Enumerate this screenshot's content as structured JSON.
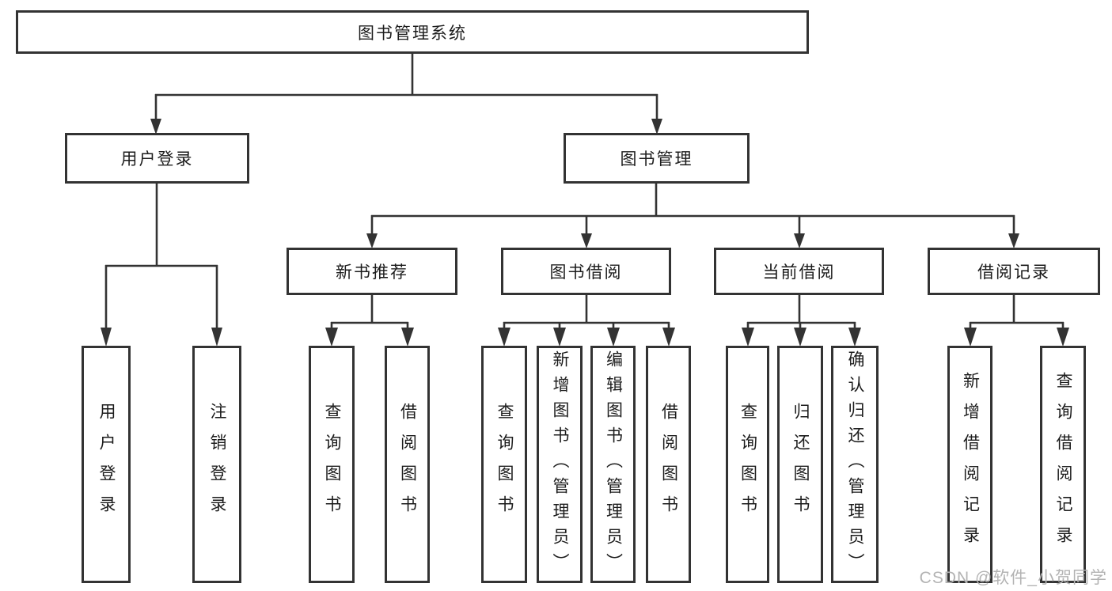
{
  "colors": {
    "line": "#333333",
    "text": "#1c1c1c",
    "watermark": "#b3b3b3",
    "background": "#ffffff"
  },
  "watermark": {
    "text": "CSDN @软件_小贺同学"
  },
  "tree": {
    "label": "图书管理系统",
    "children": [
      {
        "label": "用户登录",
        "children": [
          {
            "label": "用户登录"
          },
          {
            "label": "注销登录"
          }
        ]
      },
      {
        "label": "图书管理",
        "children": [
          {
            "label": "新书推荐",
            "children": [
              {
                "label": "查询图书"
              },
              {
                "label": "借阅图书"
              }
            ]
          },
          {
            "label": "图书借阅",
            "children": [
              {
                "label": "查询图书"
              },
              {
                "label": "新增图书（管理员）"
              },
              {
                "label": "编辑图书（管理员）"
              },
              {
                "label": "借阅图书"
              }
            ]
          },
          {
            "label": "当前借阅",
            "children": [
              {
                "label": "查询图书"
              },
              {
                "label": "归还图书"
              },
              {
                "label": "确认归还（管理员）"
              }
            ]
          },
          {
            "label": "借阅记录",
            "children": [
              {
                "label": "新增借阅记录"
              },
              {
                "label": "查询借阅记录"
              }
            ]
          }
        ]
      }
    ]
  }
}
